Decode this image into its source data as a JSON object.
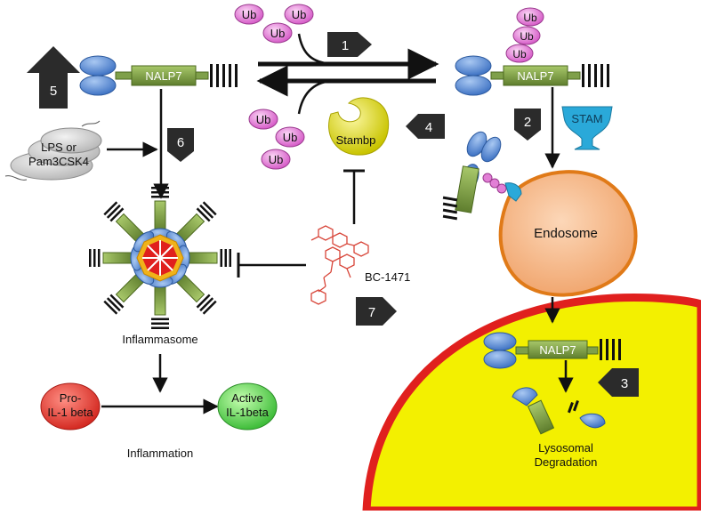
{
  "labels": {
    "ub": "Ub",
    "nalp7_left": "NALP7",
    "nalp7_right": "NALP7",
    "nalp7_lysosome": "NALP7",
    "stam": "STAM",
    "stambp": "Stambp",
    "endosome": "Endosome",
    "lps_line1": "LPS or",
    "lps_line2": "Pam3CSK4",
    "bc1471": "BC-1471",
    "inflammasome": "Inflammasome",
    "pro_il_line1": "Pro-",
    "pro_il_line2": "IL-1 beta",
    "active_il_line1": "Active",
    "active_il_line2": "IL-1beta",
    "inflammation": "Inflammation",
    "lysosomal_line1": "Lysosomal",
    "lysosomal_line2": "Degradation"
  },
  "steps": {
    "s1": "1",
    "s2": "2",
    "s3": "3",
    "s4": "4",
    "s5": "5",
    "s6": "6",
    "s7": "7"
  },
  "colors": {
    "ub_fill": "#e27fd6",
    "nalp7_fill": "#7fa04a",
    "lrr_blue": "#5b8ed8",
    "stam_blue": "#2aa9d9",
    "stambp_yellow": "#e8e42a",
    "endosome_fill": "#f6b98a",
    "endosome_edge": "#e07a18",
    "lysosome_fill": "#f3f000",
    "lysosome_edge": "#e0201e",
    "pro_il_red": "#e8352f",
    "active_il_green": "#5ed45a",
    "inhibitor_red": "#d8463a"
  }
}
